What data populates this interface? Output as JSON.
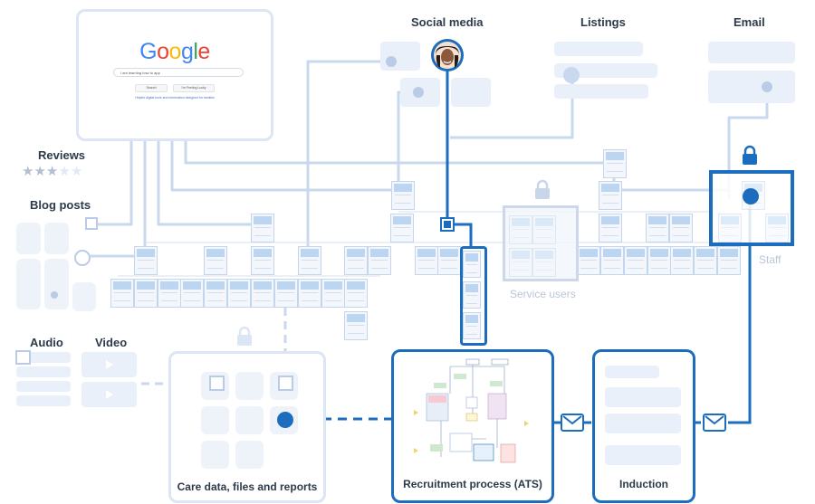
{
  "colors": {
    "accent": "#1c6dbd",
    "pale_blue": "#dbe5f3",
    "line_pale": "#c9d8ec",
    "dot": "#b9cbe6",
    "text": "#2c3a4a"
  },
  "browser": {
    "logo_text": "Google",
    "search_query": "I am learning how to app",
    "button_search": "Search",
    "button_lucky": "I'm Feeling Lucky",
    "tagline": "Helpful digital tools and information designed for families"
  },
  "labels": {
    "social_media": "Social media",
    "listings": "Listings",
    "email": "Email",
    "reviews": "Reviews",
    "blog_posts": "Blog posts",
    "audio": "Audio",
    "video": "Video",
    "service_users": "Service users",
    "staff": "Staff",
    "care_data": "Care data, files and reports",
    "recruitment": "Recruitment process (ATS)",
    "induction": "Induction"
  },
  "reviews": {
    "rating": 3,
    "max": 5
  },
  "icons": [
    "lock-icon",
    "envelope-icon",
    "star-icon",
    "avatar"
  ]
}
